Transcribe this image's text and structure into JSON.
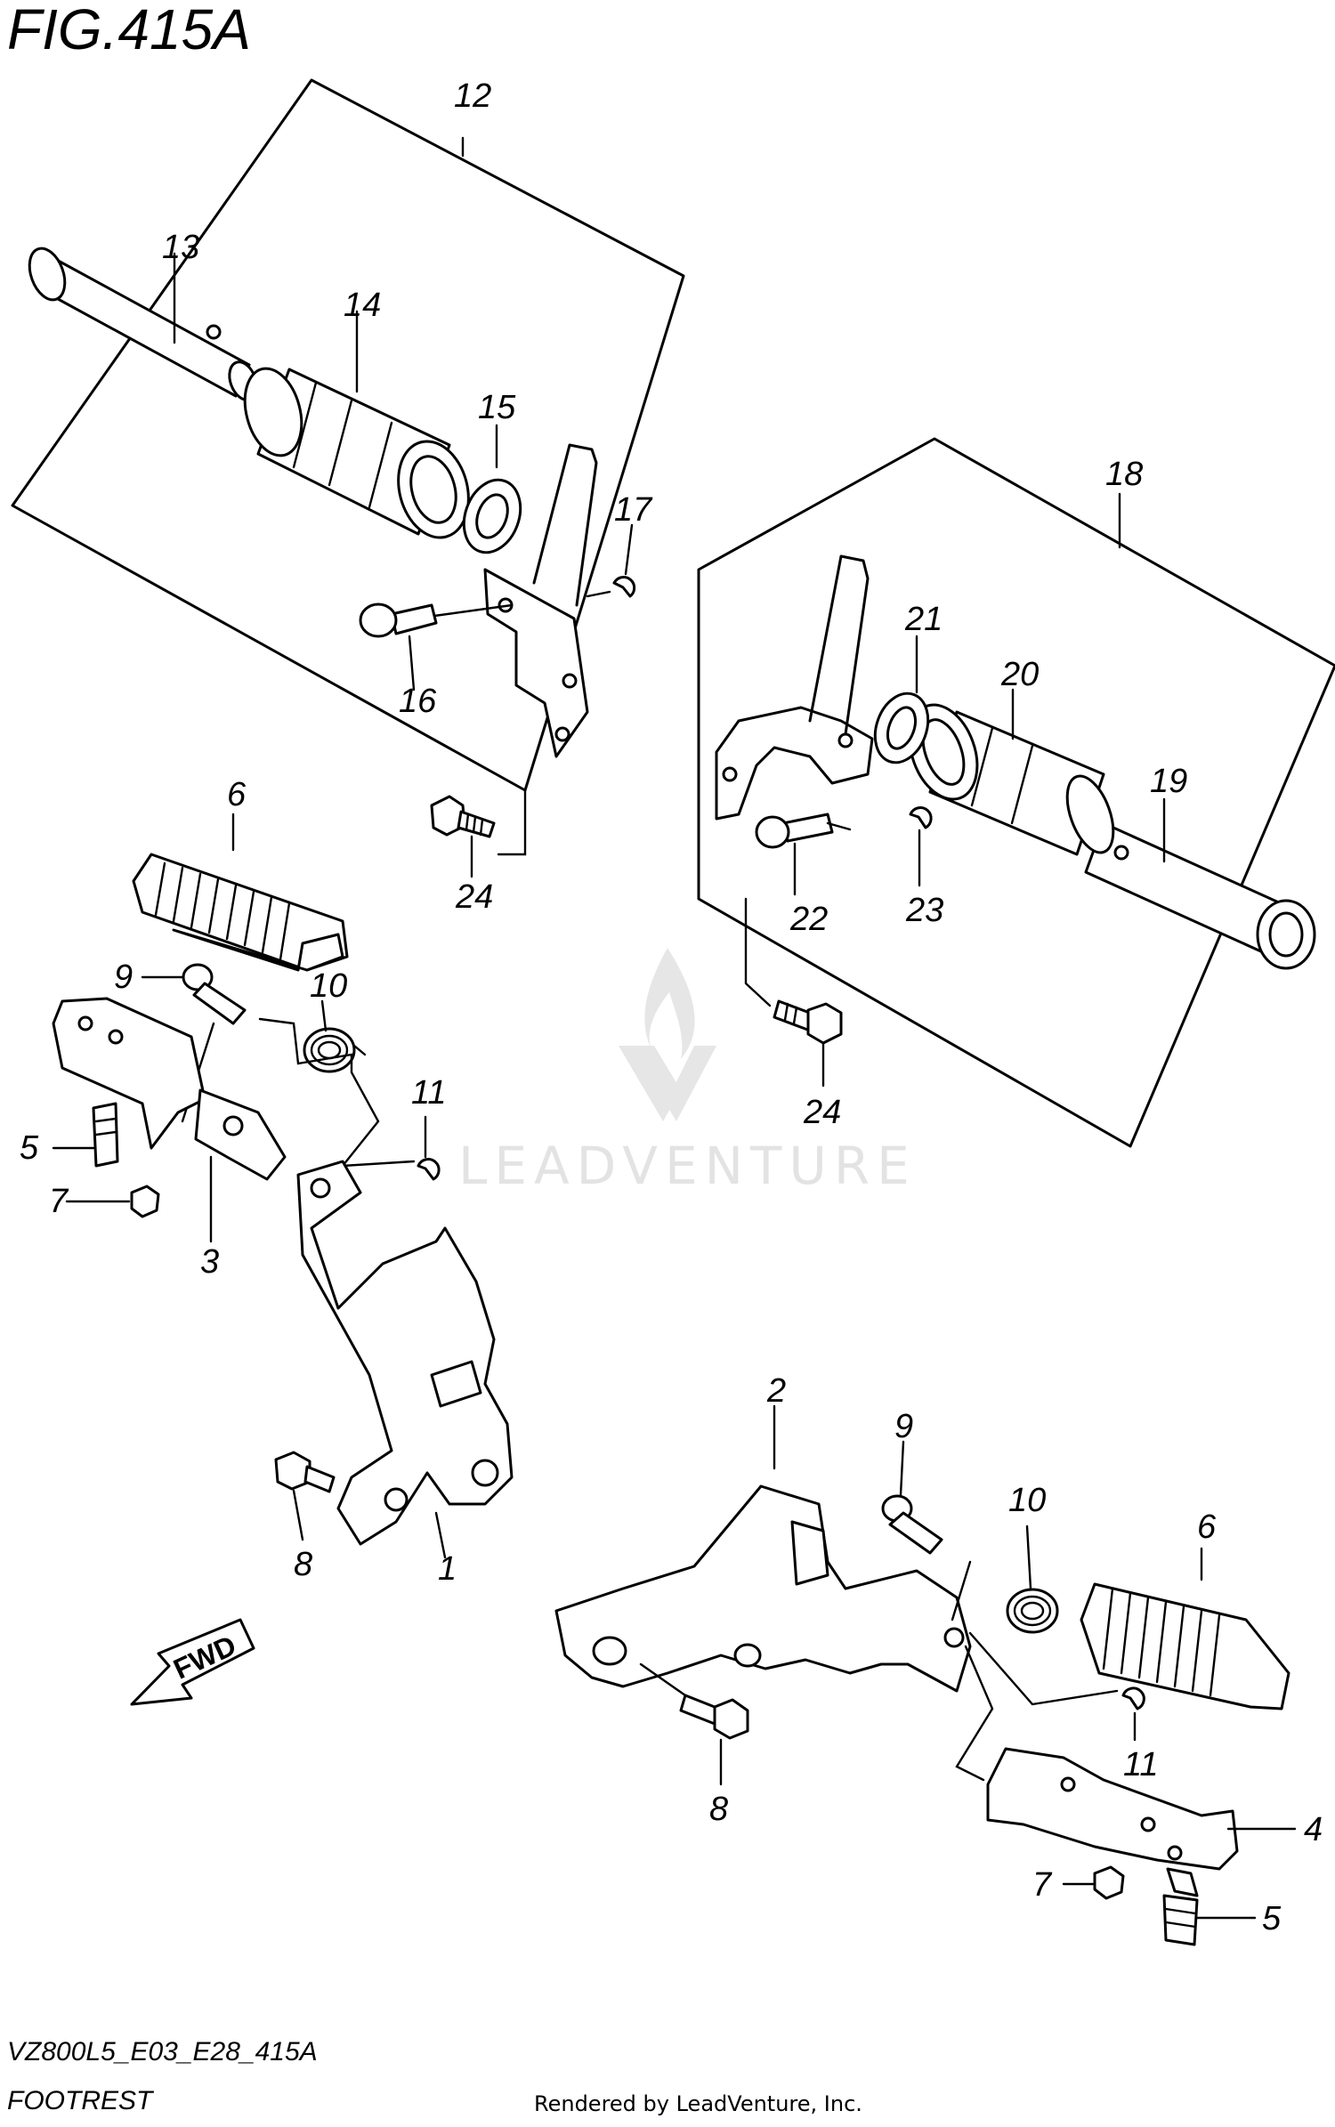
{
  "figure": {
    "title": "FIG.415A"
  },
  "callouts": {
    "c1": "1",
    "c2": "2",
    "c3": "3",
    "c4": "4",
    "c5a": "5",
    "c5b": "5",
    "c6a": "6",
    "c6b": "6",
    "c7a": "7",
    "c7b": "7",
    "c8a": "8",
    "c8b": "8",
    "c9a": "9",
    "c9b": "9",
    "c10a": "10",
    "c10b": "10",
    "c11a": "11",
    "c11b": "11",
    "c12": "12",
    "c13": "13",
    "c14": "14",
    "c15": "15",
    "c16": "16",
    "c17": "17",
    "c18": "18",
    "c19": "19",
    "c20": "20",
    "c21": "21",
    "c22": "22",
    "c23": "23",
    "c24a": "24",
    "c24b": "24"
  },
  "fwd_label": "FWD",
  "footer": {
    "model_code": "VZ800L5_E03_E28_415A",
    "caption": "FOOTREST",
    "rendered_by": "Rendered by LeadVenture, Inc."
  },
  "watermark": {
    "text": "LEADVENTURE",
    "logo_icon": "leadventure-logo-icon"
  }
}
